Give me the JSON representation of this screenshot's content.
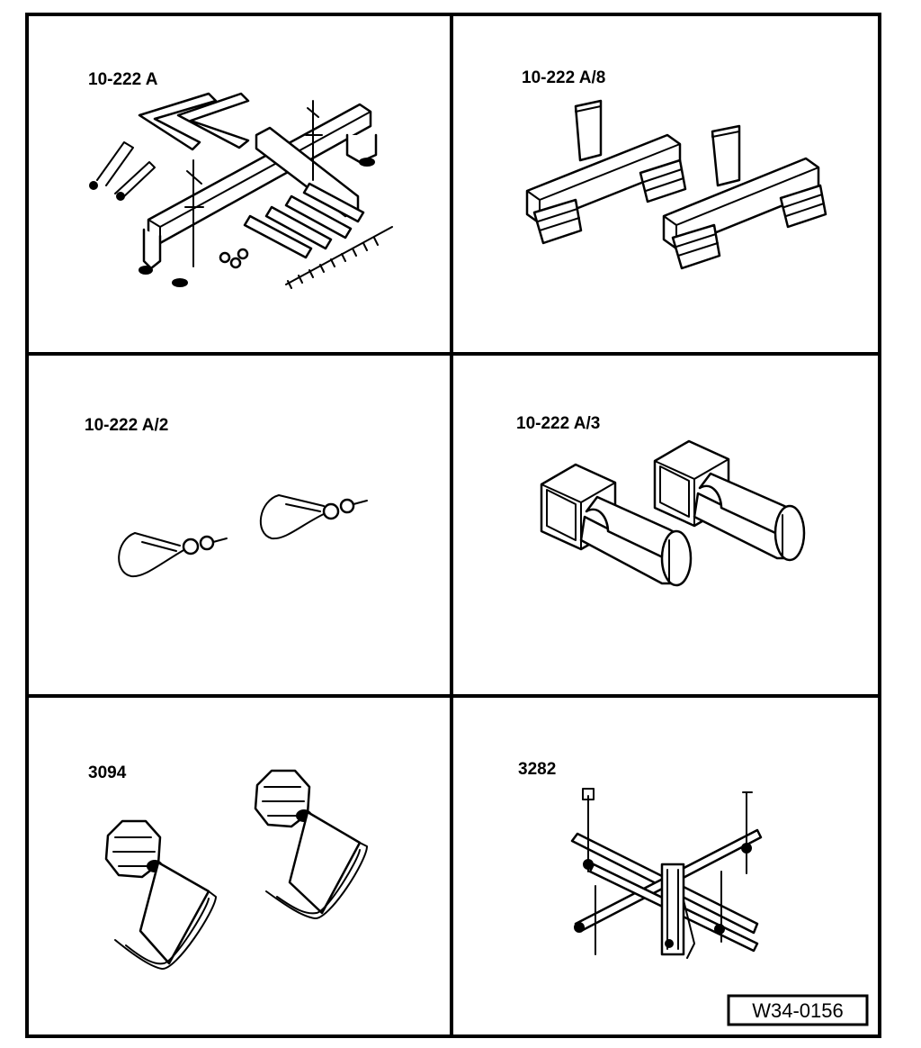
{
  "panels": [
    {
      "label": "10-222 A",
      "icon": "engine-support-bridge-icon"
    },
    {
      "label": "10-222 A/8",
      "icon": "support-bracket-pair-icon"
    },
    {
      "label": "10-222 A/2",
      "icon": "hook-pair-icon"
    },
    {
      "label": "10-222 A/3",
      "icon": "adapter-pair-icon"
    },
    {
      "label": "3094",
      "icon": "hose-clamp-pair-icon"
    },
    {
      "label": "3282",
      "icon": "holding-fixture-icon"
    }
  ],
  "reference": "W34-0156"
}
